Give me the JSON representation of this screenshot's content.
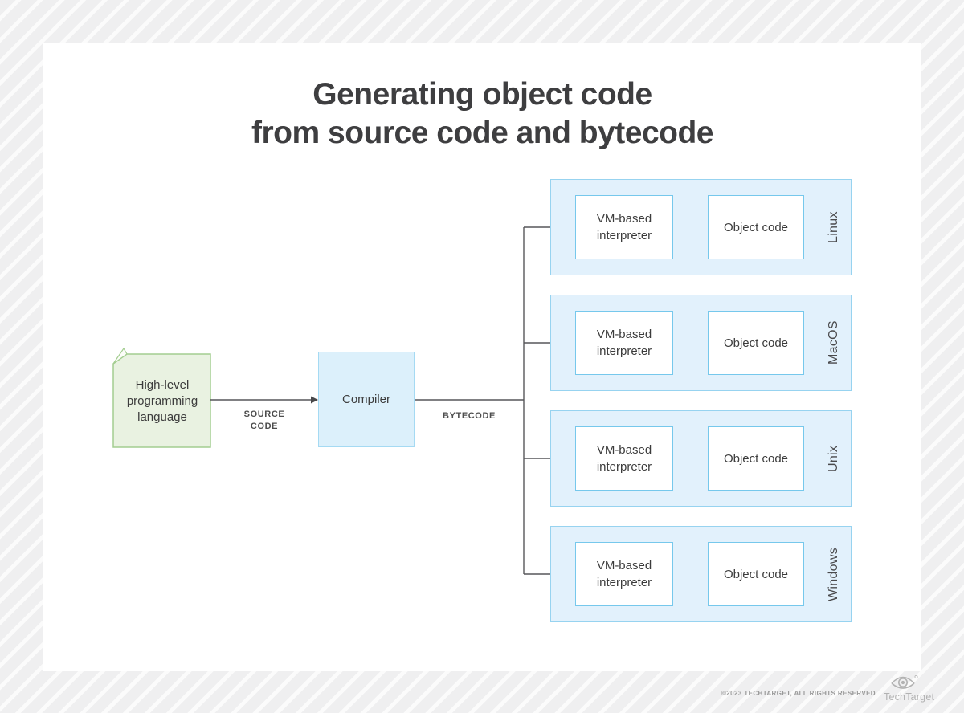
{
  "title": {
    "line1": "Generating object code",
    "line2": "from source code and bytecode"
  },
  "diagram": {
    "source_box": "High-level programming language",
    "compiler_box": "Compiler",
    "arrow_labels": {
      "source": "SOURCE CODE",
      "bytecode": "BYTECODE"
    },
    "interpreter_box": "VM-based interpreter",
    "object_box": "Object code",
    "platforms": [
      "Linux",
      "MacOS",
      "Unix",
      "Windows"
    ]
  },
  "footer": {
    "copyright": "©2023 TECHTARGET, ALL RIGHTS RESERVED",
    "brand": "TechTarget"
  },
  "colors": {
    "title_text": "#3e3e40",
    "document_fill": "#e9f2e1",
    "document_border": "#a3cd90",
    "compiler_fill": "#dcf0fb",
    "compiler_border": "#a5daf3",
    "row_fill": "#e2f1fc",
    "row_border": "#97d3f0",
    "inner_box_border": "#76c8ec",
    "connector": "#57575a",
    "background_stripe_base": "#efeff0",
    "footer_gray": "#9a9a9a"
  }
}
